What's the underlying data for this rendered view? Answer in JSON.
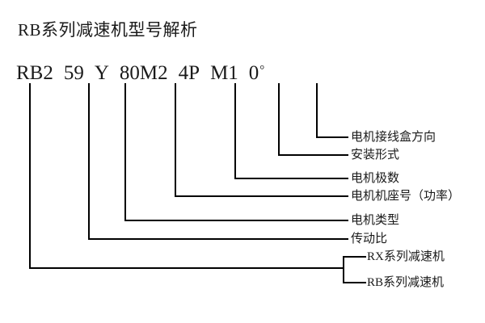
{
  "title": "RB系列减速机型号解析",
  "model_code": {
    "full": "RB2 59 Y 80M2 4P M1 0°",
    "segments": [
      {
        "text": "RB2",
        "meaning": "RB系列减速机"
      },
      {
        "text": "59",
        "meaning": "传动比"
      },
      {
        "text": "Y",
        "meaning": "电机类型"
      },
      {
        "text": "80M2",
        "meaning": "电机机座号（功率）"
      },
      {
        "text": "4P",
        "meaning": "电机极数"
      },
      {
        "text": "M1",
        "meaning": "安装形式"
      },
      {
        "text": "0",
        "degree": "°",
        "meaning": "电机接线盒方向"
      }
    ]
  },
  "callouts": [
    {
      "id": "motor-terminal-box-direction",
      "label": "电机接线盒方向"
    },
    {
      "id": "mounting-form",
      "label": "安装形式"
    },
    {
      "id": "motor-poles",
      "label": "电机极数"
    },
    {
      "id": "motor-frame-size-power",
      "label": "电机机座号（功率）"
    },
    {
      "id": "motor-type",
      "label": "电机类型"
    },
    {
      "id": "transmission-ratio",
      "label": "传动比"
    }
  ],
  "series_branch": [
    {
      "id": "rx-series-reducer",
      "label": "RX系列减速机"
    },
    {
      "id": "rb-series-reducer",
      "label": "RB系列减速机"
    }
  ],
  "colors": {
    "background": "#ffffff",
    "ink": "#1a1a1a",
    "line": "#000000"
  }
}
